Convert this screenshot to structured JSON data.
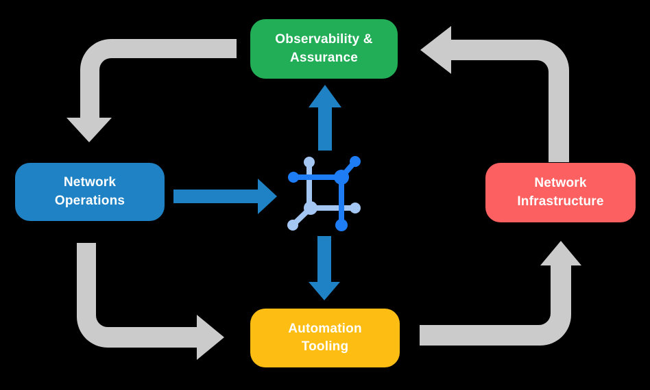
{
  "title": "Network automation closed-loop diagram",
  "colors": {
    "background": "#000000",
    "node_green": "#22AD57",
    "node_blue": "#1F82C4",
    "node_yellow": "#FDBD13",
    "node_red": "#FC6060",
    "arrow_gray": "#CBCBCB",
    "arrow_blue": "#1F82C4",
    "icon_dark_blue": "#1E7CF5",
    "icon_light_blue": "#A4C6F3",
    "text": "#FFFFFF"
  },
  "nodes": {
    "observability": {
      "line1": "Observability &",
      "line2": "Assurance"
    },
    "operations": {
      "line1": "Network",
      "line2": "Operations"
    },
    "infrastructure": {
      "line1": "Network",
      "line2": "Infrastructure"
    },
    "automation": {
      "line1": "Automation",
      "line2": "Tooling"
    }
  },
  "center_icon": "mesh-network-icon",
  "flows": [
    {
      "from": "observability",
      "to": "operations",
      "style": "gray-elbow"
    },
    {
      "from": "operations",
      "to": "automation",
      "style": "gray-elbow"
    },
    {
      "from": "automation",
      "to": "infrastructure",
      "style": "gray-elbow"
    },
    {
      "from": "infrastructure",
      "to": "observability",
      "style": "gray-elbow"
    },
    {
      "from": "operations",
      "to": "center-icon",
      "style": "blue-straight"
    },
    {
      "from": "center-icon",
      "to": "observability",
      "style": "blue-straight"
    },
    {
      "from": "center-icon",
      "to": "automation",
      "style": "blue-straight"
    }
  ]
}
